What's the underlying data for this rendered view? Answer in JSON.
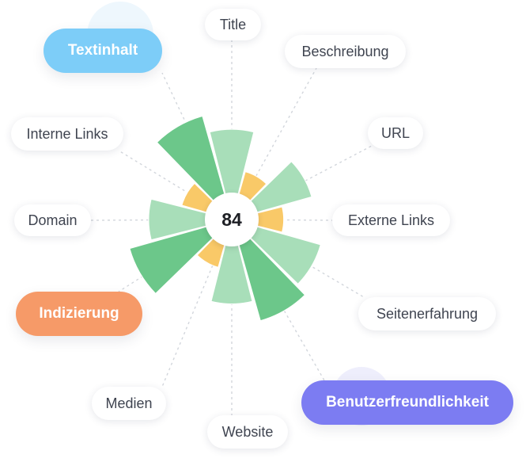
{
  "score": "84",
  "colors": {
    "dark_green": "#6cc78a",
    "light_green": "#a8deb9",
    "yellow": "#f9c968",
    "connector": "#d2d6dc",
    "textinhalt": "#7dcdf8",
    "indizierung": "#f69a68",
    "benutzerfreundlichkeit": "#7c7cf2"
  },
  "labels": {
    "title": "Title",
    "beschreibung": "Beschreibung",
    "url": "URL",
    "externe_links": "Externe Links",
    "seitenerfahrung": "Seitenerfahrung",
    "benutzerfreundlichkeit": "Benutzerfreundlichkeit",
    "website": "Website",
    "medien": "Medien",
    "indizierung": "Indizierung",
    "domain": "Domain",
    "interne_links": "Interne Links",
    "textinhalt": "Textinhalt"
  },
  "segments": [
    {
      "value": 0.78,
      "color": "light_green"
    },
    {
      "value": 0.43,
      "color": "yellow"
    },
    {
      "value": 0.72,
      "color": "light_green"
    },
    {
      "value": 0.45,
      "color": "yellow"
    },
    {
      "value": 0.8,
      "color": "light_green"
    },
    {
      "value": 0.91,
      "color": "dark_green"
    },
    {
      "value": 0.73,
      "color": "light_green"
    },
    {
      "value": 0.43,
      "color": "yellow"
    },
    {
      "value": 0.92,
      "color": "dark_green"
    },
    {
      "value": 0.72,
      "color": "light_green"
    },
    {
      "value": 0.45,
      "color": "yellow"
    },
    {
      "value": 0.93,
      "color": "dark_green"
    }
  ]
}
